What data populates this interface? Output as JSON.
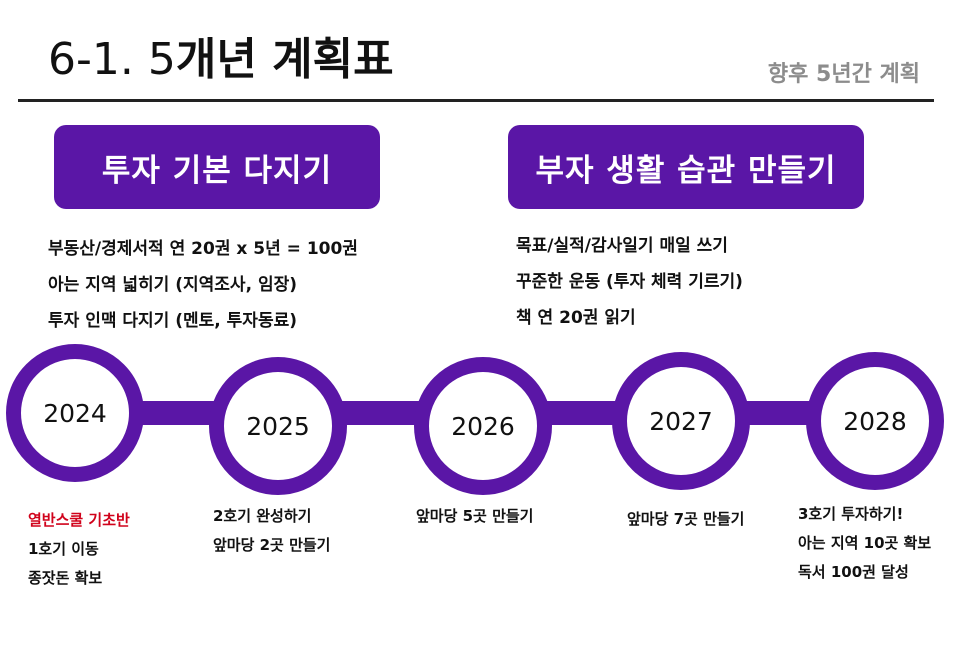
{
  "header": {
    "title_prefix": "6-1. 5",
    "title_main": "개년 계획표",
    "subtitle": "향후 5년간 계획"
  },
  "colors": {
    "accent": "#5a16a6",
    "subtitle": "#8c8c8c",
    "highlight": "#d0021b"
  },
  "left_block": {
    "heading": "투자 기본 다지기",
    "items": [
      "부동산/경제서적 연 20권 x 5년 = 100권",
      "아는 지역 넓히기 (지역조사, 임장)",
      "투자 인맥 다지기 (멘토, 투자동료)"
    ]
  },
  "right_block": {
    "heading": "부자 생활 습관 만들기",
    "items": [
      "목표/실적/감사일기 매일 쓰기",
      "꾸준한 운동 (투자 체력 기르기)",
      "책 연 20권 읽기"
    ]
  },
  "timeline": [
    {
      "year": "2024",
      "notes": [
        "열반스쿨 기초반",
        "1호기 이동",
        "종잣돈 확보"
      ]
    },
    {
      "year": "2025",
      "notes": [
        "2호기 완성하기",
        "앞마당 2곳 만들기"
      ]
    },
    {
      "year": "2026",
      "notes": [
        "앞마당 5곳 만들기"
      ]
    },
    {
      "year": "2027",
      "notes": [
        "앞마당 7곳 만들기"
      ]
    },
    {
      "year": "2028",
      "notes": [
        "3호기 투자하기!",
        "아는 지역 10곳 확보",
        "독서 100권 달성"
      ]
    }
  ]
}
